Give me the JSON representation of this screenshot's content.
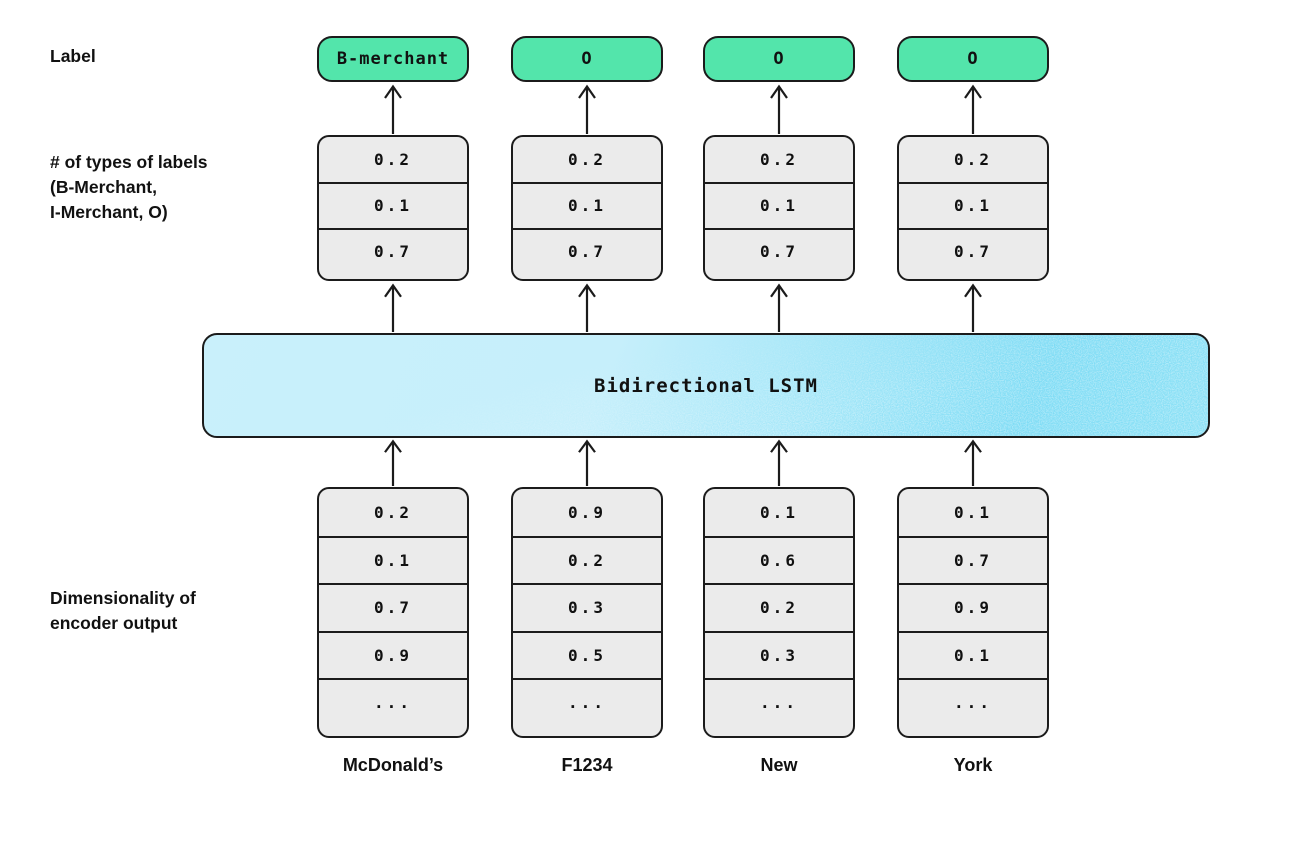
{
  "palette": {
    "background": "#ffffff",
    "label_green": "#53e5ab",
    "vector_gray": "#ebebeb",
    "lstm_blue_light": "#c9f0fb",
    "lstm_blue_dark": "#7edcf5",
    "stroke": "#1b1b1b",
    "text": "#111111"
  },
  "annotations": {
    "label": "Label",
    "types_line1": "# of types of labels",
    "types_line2": "(B-Merchant,",
    "types_line3": "I-Merchant, O)",
    "dim_line1": "Dimensionality of",
    "dim_line2": "encoder output"
  },
  "lstm": {
    "label": "Bidirectional LSTM"
  },
  "columns": [
    {
      "token": "McDonald’s",
      "label": "B-merchant",
      "probs": [
        "0.2",
        "0.1",
        "0.7"
      ],
      "encoder": [
        "0.2",
        "0.1",
        "0.7",
        "0.9",
        "..."
      ]
    },
    {
      "token": "F1234",
      "label": "O",
      "probs": [
        "0.2",
        "0.1",
        "0.7"
      ],
      "encoder": [
        "0.9",
        "0.2",
        "0.3",
        "0.5",
        "..."
      ]
    },
    {
      "token": "New",
      "label": "O",
      "probs": [
        "0.2",
        "0.1",
        "0.7"
      ],
      "encoder": [
        "0.1",
        "0.6",
        "0.2",
        "0.3",
        "..."
      ]
    },
    {
      "token": "York",
      "label": "O",
      "probs": [
        "0.2",
        "0.1",
        "0.7"
      ],
      "encoder": [
        "0.1",
        "0.7",
        "0.9",
        "0.1",
        "..."
      ]
    }
  ]
}
